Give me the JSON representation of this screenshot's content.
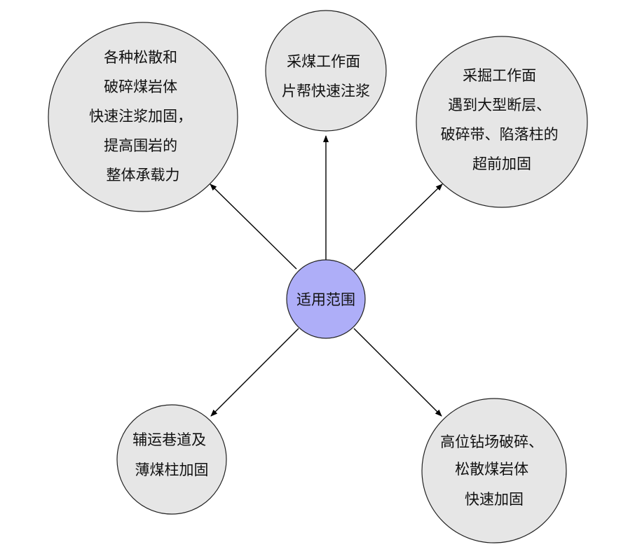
{
  "colors": {
    "center_fill": "#aeaef8",
    "node_fill": "#e6e6e6",
    "stroke": "#222222",
    "arrow": "#000000"
  },
  "center": {
    "lines": [
      "适用范围"
    ]
  },
  "nodes": [
    {
      "id": "loose-broken-rock",
      "lines": [
        "各种松散和",
        "破碎煤岩体",
        "快速注浆加固，",
        "提高围岩的",
        "整体承载力"
      ]
    },
    {
      "id": "coal-face-rib",
      "lines": [
        "采煤工作面",
        "片帮快速注浆"
      ]
    },
    {
      "id": "heading-face-fault",
      "lines": [
        "采掘工作面",
        "遇到大型断层、",
        "破碎带、陷落柱的",
        "超前加固"
      ]
    },
    {
      "id": "haulage-roadway",
      "lines": [
        "辅运巷道及",
        "薄煤柱加固"
      ]
    },
    {
      "id": "high-drill-site",
      "lines": [
        "高位钻场破碎、",
        "松散煤岩体",
        "快速加固"
      ]
    }
  ]
}
